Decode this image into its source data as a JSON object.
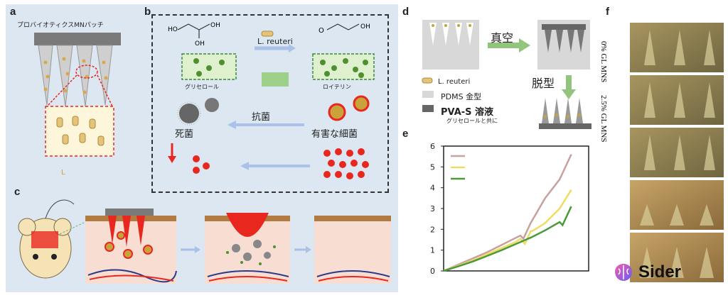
{
  "panel_labels": {
    "a": "a",
    "b": "b",
    "c": "c",
    "d": "d",
    "e": "e",
    "f": "f"
  },
  "panel_a": {
    "title": "プロバイオティクスMNパッチ",
    "marker": "L"
  },
  "panel_b": {
    "bacteria_label": "L. reuteri",
    "glycerol": "グリセロール",
    "reuterin": "ロイテリン",
    "antibacterial": "抗菌",
    "dead_bacteria": "死菌",
    "harmful_bacteria": "有害な細菌"
  },
  "panel_d": {
    "vacuum": "真空",
    "demold": "脱型",
    "legend": [
      {
        "label": "L. reuteri"
      },
      {
        "label": "PDMS 金型"
      },
      {
        "label": "PVA-S 溶液"
      }
    ],
    "legend_note": "グリセロールと共に"
  },
  "panel_f": {
    "row_labels": [
      "0% GL MNS",
      "2.5% GL MNS"
    ]
  },
  "watermark": {
    "text": "Sider"
  },
  "colors": {
    "pink": "#c9a0a0",
    "yellow": "#f0dc60",
    "green": "#4a9a3a",
    "arrow_green": "#93c47d",
    "arrow_blue": "#a9c2e8",
    "red": "#e8281f",
    "panel_bg": "#dce7f1"
  },
  "chart_data": {
    "type": "line",
    "title": "",
    "xlabel": "",
    "ylabel": "",
    "ylim": [
      0,
      6
    ],
    "yticks": [
      0,
      1,
      2,
      3,
      4,
      5,
      6
    ],
    "xlim": [
      0,
      1
    ],
    "series": [
      {
        "color": "#c9a0a0",
        "x": [
          0,
          0.1,
          0.2,
          0.3,
          0.4,
          0.5,
          0.53,
          0.55,
          0.6,
          0.7,
          0.8,
          0.88
        ],
        "y": [
          0,
          0.3,
          0.6,
          0.9,
          1.25,
          1.6,
          1.7,
          1.55,
          2.3,
          3.5,
          4.4,
          5.6
        ]
      },
      {
        "color": "#f0dc60",
        "x": [
          0,
          0.1,
          0.2,
          0.3,
          0.4,
          0.5,
          0.53,
          0.56,
          0.6,
          0.62,
          0.7,
          0.8,
          0.88
        ],
        "y": [
          0,
          0.25,
          0.5,
          0.8,
          1.1,
          1.4,
          1.55,
          1.3,
          1.9,
          1.95,
          2.3,
          3.0,
          3.9
        ]
      },
      {
        "color": "#4a9a3a",
        "x": [
          0,
          0.1,
          0.2,
          0.3,
          0.4,
          0.5,
          0.6,
          0.7,
          0.8,
          0.82,
          0.88
        ],
        "y": [
          0,
          0.22,
          0.45,
          0.72,
          1.0,
          1.3,
          1.6,
          1.95,
          2.35,
          2.2,
          3.1
        ]
      }
    ]
  }
}
